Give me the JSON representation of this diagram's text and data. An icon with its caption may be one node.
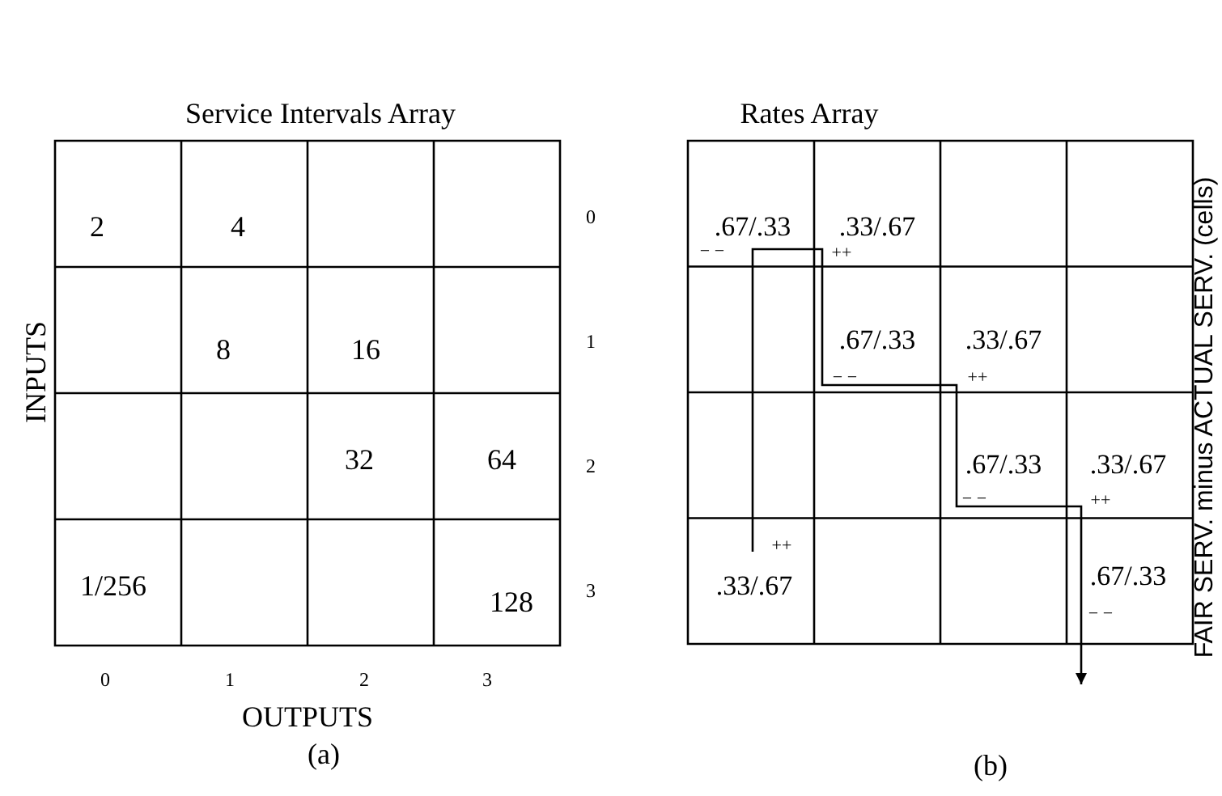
{
  "diagram": {
    "labels": [
      "Service Intervals Array",
      "Rates Array",
      "FAIR SERV. minus ACTUAL SERV. (cells)",
      "INPUTS",
      "2",
      "4",
      "0",
      "8",
      "16",
      "1",
      "32",
      "64",
      "2",
      "1/256",
      "128",
      "3",
      ".67/.33",
      "− −",
      ".33/.67",
      "++",
      ".67/.33",
      "− −",
      ".33/.67",
      "++",
      ".67/.33",
      "− −",
      ".33/.67",
      "++",
      "++",
      ".33/.67",
      ".67/.33",
      "− −",
      "0",
      "1",
      "2",
      "3",
      "OUTPUTS",
      "(a)",
      "(b)"
    ]
  }
}
